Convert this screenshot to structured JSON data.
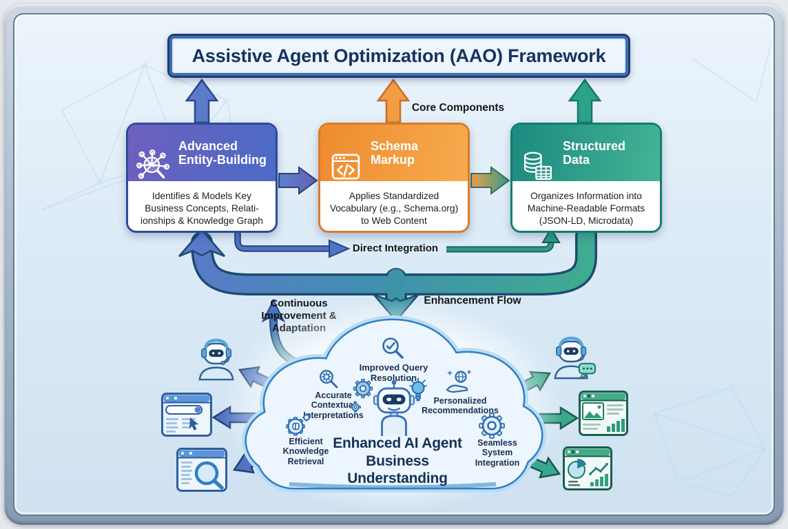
{
  "title": "Assistive Agent Optimization (AAO) Framework",
  "labels": {
    "core_components": "Core Components",
    "direct_integration": "Direct Integration",
    "continuous_improvement": "Continuous\nImprovement &\nAdaptation",
    "enhancement_flow": "Enhancement Flow"
  },
  "components": [
    {
      "name": "Advanced Entity-Building",
      "title": "Advanced\nEntity-Building",
      "icon": "network-magnifier-icon",
      "description": "Identifies & Models Key\nBusiness Concepts, Relati-\nionships & Knowledge Graph",
      "header_colors": [
        "#6f5fbe",
        "#4a6bc6"
      ],
      "border_color": "#2c4a96"
    },
    {
      "name": "Schema Markup",
      "title": "Schema\nMarkup",
      "icon": "code-window-icon",
      "description": "Applies Standardized\nVocabulary (e.g., Schema.org)\nto Web Content",
      "header_colors": [
        "#ee8b2f",
        "#f6ab4e"
      ],
      "border_color": "#d97b28"
    },
    {
      "name": "Structured Data",
      "title": "Structured\nData",
      "icon": "database-table-icon",
      "description": "Organizes Information into\nMachine-Readable Formats\n(JSON-LD, Microdata)",
      "header_colors": [
        "#1c8a80",
        "#45b394"
      ],
      "border_color": "#0f7e6d"
    }
  ],
  "cloud": {
    "title": "Enhanced AI Agent\nBusiness Understanding",
    "robot_icon": "ai-robot-icon",
    "benefits": [
      {
        "icon": "magnifier-check-icon",
        "label": "Improved Query\nResolution"
      },
      {
        "icon": "magnifier-gear-icon",
        "label": "Accurate\nContextual\nInterpretations"
      },
      {
        "icon": "hand-globe-icon",
        "label": "Personalized\nRecommendations"
      },
      {
        "icon": "gear-brain-icon",
        "label": "Efficient\nKnowledge\nRetrieval"
      },
      {
        "icon": "gear-icon",
        "label": "Seamless\nSystem\nIntegration"
      }
    ]
  },
  "outputs": {
    "left": [
      {
        "icon": "support-agent-icon"
      },
      {
        "icon": "browser-search-icon"
      },
      {
        "icon": "search-results-icon"
      }
    ],
    "right": [
      {
        "icon": "chatbot-icon"
      },
      {
        "icon": "content-analytics-icon"
      },
      {
        "icon": "dashboard-charts-icon"
      }
    ]
  },
  "colors": {
    "entity_purple": "#6f5fbe",
    "entity_blue": "#4a6bc6",
    "entity_border": "#2c4a96",
    "schema_orange": "#ee8b2f",
    "schema_orange_light": "#f6ab4e",
    "schema_border": "#d97b28",
    "data_teal": "#1c8a80",
    "data_green": "#45b394",
    "data_border": "#0f7e6d",
    "flow_blue": "#5b79cb",
    "flow_teal": "#3fae8d",
    "cloud_border": "#2e7fc2",
    "navy_text": "#16325f"
  }
}
